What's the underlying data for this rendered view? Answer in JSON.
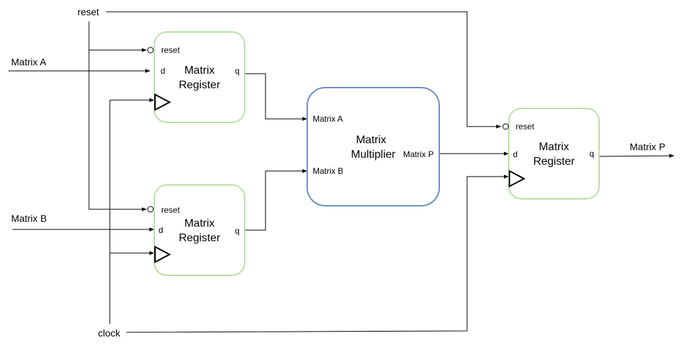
{
  "colors": {
    "register_border": "#b9e0a5",
    "multiplier_border": "#6c8ebf",
    "wire": "#000000"
  },
  "inputs": {
    "reset": "reset",
    "clock": "clock",
    "matrix_a": "Matrix A",
    "matrix_b": "Matrix B"
  },
  "output": {
    "matrix_p": "Matrix P"
  },
  "register_a": {
    "title_line1": "Matrix",
    "title_line2": "Register",
    "port_reset": "reset",
    "port_d": "d",
    "port_q": "q"
  },
  "register_b": {
    "title_line1": "Matrix",
    "title_line2": "Register",
    "port_reset": "reset",
    "port_d": "d",
    "port_q": "q"
  },
  "register_p": {
    "title_line1": "Matrix",
    "title_line2": "Register",
    "port_reset": "reset",
    "port_d": "d",
    "port_q": "q"
  },
  "multiplier": {
    "title_line1": "Matrix",
    "title_line2": "Multiplier",
    "port_a": "Matrix A",
    "port_b": "Matrix B",
    "port_p": "Matrix P"
  }
}
